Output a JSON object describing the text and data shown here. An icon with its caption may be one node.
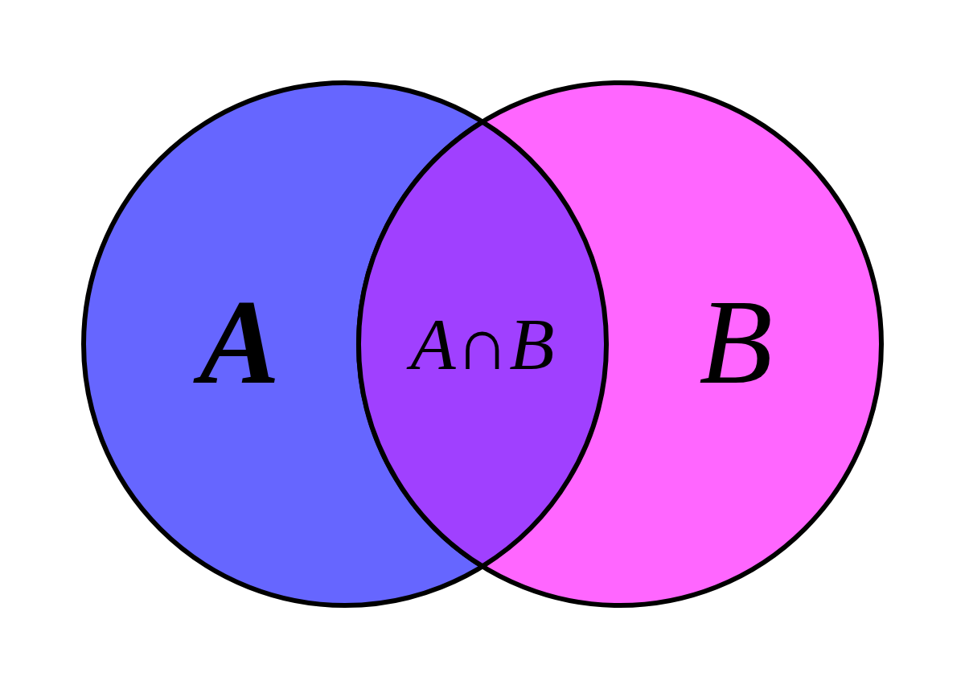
{
  "diagram": {
    "nodes": [
      {
        "text": [
          "A"
        ]
      },
      {
        "text": [
          "B"
        ]
      },
      {
        "text": [
          "*A*∩*B*"
        ]
      }
    ],
    "edges": []
  }
}
